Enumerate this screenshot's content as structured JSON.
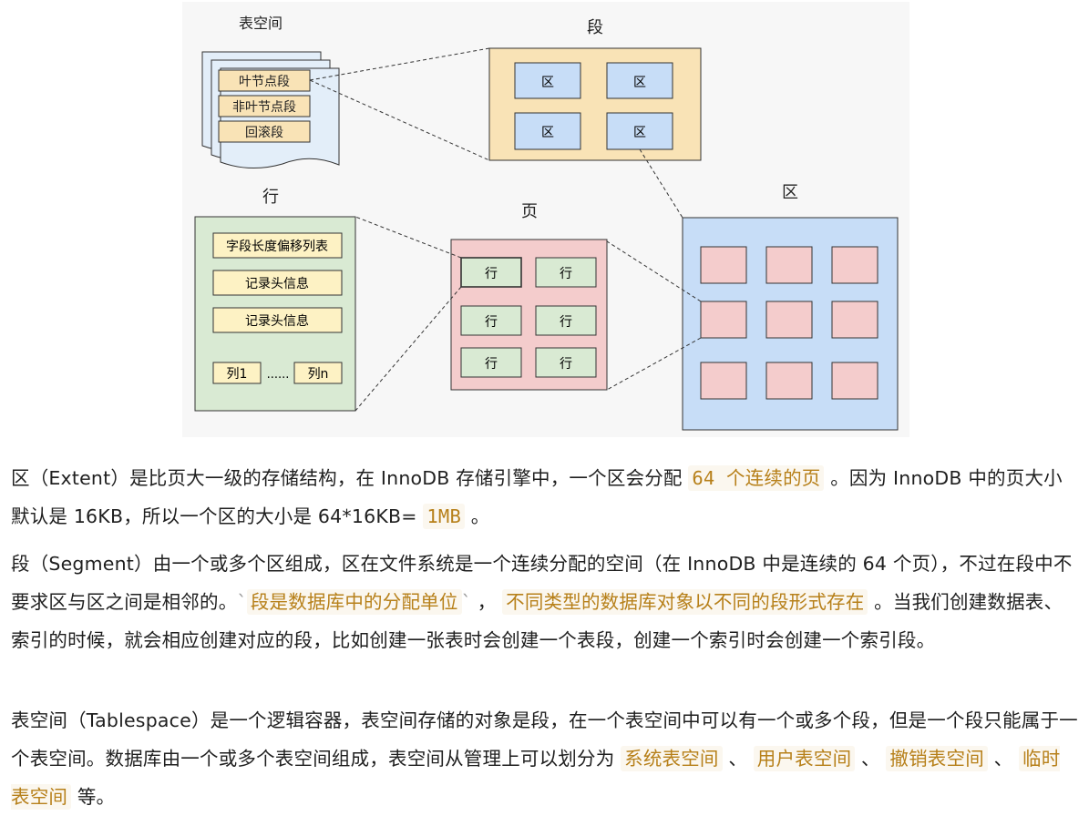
{
  "diagram": {
    "tablespace": {
      "title": "表空间",
      "segments": [
        "叶节点段",
        "非叶节点段",
        "回滚段"
      ]
    },
    "segment": {
      "title": "段",
      "cells": [
        "区",
        "区",
        "区",
        "区"
      ]
    },
    "extent": {
      "title": "区"
    },
    "page": {
      "title": "页",
      "cells": [
        "行",
        "行",
        "行",
        "行",
        "行",
        "行"
      ]
    },
    "row": {
      "title": "行",
      "fields": [
        "字段长度偏移列表",
        "记录头信息",
        "记录头信息"
      ],
      "col_first": "列1",
      "col_dots": "......",
      "col_last": "列n"
    }
  },
  "text": {
    "p1": {
      "a": "区（Extent）是比页大一级的存储结构，在 InnoDB 存储引擎中，一个区会分配 ",
      "code1": "64 个连续的页",
      "b": " 。因为 InnoDB 中的页大小默认是 16KB，所以一个区的大小是 64*16KB= ",
      "code2": "1MB",
      "c": " 。"
    },
    "p2": {
      "a": "段（Segment）由一个或多个区组成，区在文件系统是一个连续分配的空间（在 InnoDB 中是连续的 64 个页），不过在段中不要求区与区之间是相邻的。",
      "tick1": "`",
      "hl1": "段是数据库中的分配单位",
      "tick2": "`",
      "sep": " ， ",
      "hl2": "不同类型的数据库对象以不同的段形式存在",
      "b": " 。当我们创建数据表、索引的时候，就会相应创建对应的段，比如创建一张表时会创建一个表段，创建一个索引时会创建一个索引段。"
    },
    "p3": {
      "a": "表空间（Tablespace）是一个逻辑容器，表空间存储的对象是段，在一个表空间中可以有一个或多个段，但是一个段只能属于一个表空间。数据库由一个或多个表空间组成，表空间从管理上可以划分为 ",
      "t1": "系统表空间",
      "s1": " 、 ",
      "t2": "用户表空间",
      "s2": " 、 ",
      "t3": "撤销表空间",
      "s3": " 、 ",
      "t4": "临时表空间",
      "b": " 等。"
    }
  }
}
